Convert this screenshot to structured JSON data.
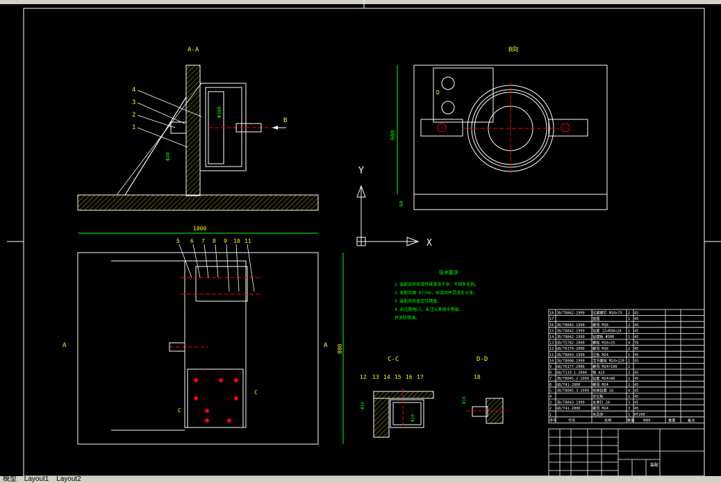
{
  "drawing": {
    "views": {
      "section_aa": "A-A",
      "view_b": "B向",
      "section_cc": "C-C",
      "section_dd": "D-D"
    },
    "arrow_b": "B",
    "section_marks": {
      "a_left": "A",
      "a_right": "A",
      "c": "C"
    },
    "dimensions": {
      "width_1000": "1000",
      "height_800": "800",
      "height_600": "600",
      "base_60": "60",
      "dia_308": "Φ308",
      "dia_40": "Φ40",
      "dia_m10": "Φ10",
      "dia_m16": "Φ16"
    },
    "axes": {
      "x": "X",
      "y": "Y"
    },
    "balloons_aa": [
      "4",
      "3",
      "2",
      "1"
    ],
    "balloons_top": [
      "5",
      "6",
      "7",
      "8",
      "9",
      "10",
      "11"
    ],
    "balloons_cc": [
      "12",
      "13",
      "14",
      "15",
      "16",
      "17"
    ],
    "balloons_dd": [
      "18"
    ],
    "tech_requirements": {
      "title": "技术要求",
      "lines": [
        "1.装配前所有零件需清洗干净，不得有毛刺。",
        "2.各配合面 H7/h6，各活动件灵活无卡滞。",
        "3.装配后检查定位精度。",
        "4.未注倒角C1，未注公差按中等级。",
        "   并涂防锈油。"
      ]
    },
    "bom_rows": [
      {
        "no": "18",
        "code": "JB/T8042-1999",
        "name": "压紧螺钉 M10×75",
        "qty": "2",
        "mat": "45"
      },
      {
        "no": "17",
        "code": "",
        "name": "垫圈",
        "qty": "1",
        "mat": "45"
      },
      {
        "no": "16",
        "code": "JB/T8042-1999",
        "name": "螺母 M16",
        "qty": "2",
        "mat": "45"
      },
      {
        "no": "15",
        "code": "JB/T8042-1999",
        "name": "钻套 12×M30×20",
        "qty": "1",
        "mat": "45"
      },
      {
        "no": "14",
        "code": "JB/T8042-1999",
        "name": "钻模板 Φ300",
        "qty": "1",
        "mat": "45"
      },
      {
        "no": "13",
        "code": "GB/T5782-2000",
        "name": "螺栓 M16×25",
        "qty": "4",
        "mat": "Y8"
      },
      {
        "no": "12",
        "code": "GB/T6170-2000",
        "name": "螺母 M16",
        "qty": "2",
        "mat": "45"
      },
      {
        "no": "11",
        "code": "JB/T8043-1999",
        "name": "压板 M24",
        "qty": "1",
        "mat": "45"
      },
      {
        "no": "10",
        "code": "JB/T8008-1999",
        "name": "活节螺栓 M24×120",
        "qty": "1",
        "mat": "45"
      },
      {
        "no": "9",
        "code": "GB/T6177-2000",
        "name": "螺母 M24×100",
        "qty": "2",
        "mat": ""
      },
      {
        "no": "8",
        "code": "GB/T119.1-2000",
        "name": "销 A24",
        "qty": "2",
        "mat": "45"
      },
      {
        "no": "7",
        "code": "JB/T8045.2-1999",
        "name": "钻套 M24×80",
        "qty": "2",
        "mat": "45"
      },
      {
        "no": "6",
        "code": "GB/T41-2000",
        "name": "螺母 M24",
        "qty": "2",
        "mat": "45"
      },
      {
        "no": "5",
        "code": "JB/T8045.3-1999",
        "name": "快换钻套 16",
        "qty": "4",
        "mat": "45"
      },
      {
        "no": "4",
        "code": "",
        "name": "定位板",
        "qty": "1",
        "mat": "45"
      },
      {
        "no": "3",
        "code": "JB/T8043-1999",
        "name": "支承钉 20",
        "qty": "3",
        "mat": "45"
      },
      {
        "no": "2",
        "code": "GB/T41-2000",
        "name": "螺母 M24",
        "qty": "3",
        "mat": "45"
      },
      {
        "no": "1",
        "code": "",
        "name": "夹具体",
        "qty": "1",
        "mat": "HT200"
      }
    ],
    "bom_header": {
      "no": "序号",
      "code": "代号",
      "name": "名称",
      "qty": "数量",
      "mat": "材料",
      "weight": "重量",
      "note": "备注"
    },
    "title_block_text": "装配"
  },
  "colors": {
    "background": "#000000",
    "line": "#ffffff",
    "label": "#ffff00",
    "dim": "#00ff00",
    "center": "#ff0000",
    "hatch": "#ffff00",
    "frame": "#ffffff"
  },
  "status_tabs": [
    "模型",
    "Layout1",
    "Layout2"
  ]
}
